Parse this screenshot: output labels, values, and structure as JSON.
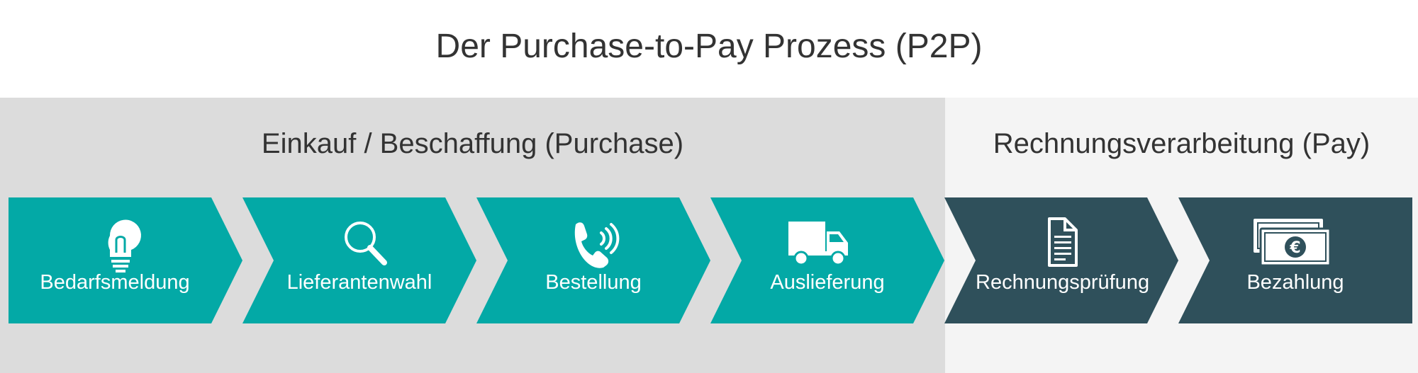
{
  "title": "Der Purchase-to-Pay Prozess (P2P)",
  "sections": {
    "purchase": {
      "label": "Einkauf / Beschaffung (Purchase)",
      "color": "#dcdcdc"
    },
    "pay": {
      "label": "Rechnungsverarbeitung (Pay)",
      "color": "#f4f4f4"
    }
  },
  "colors": {
    "teal": "#03a9a6",
    "dark": "#2f505b"
  },
  "steps": [
    {
      "label": "Bedarfsmeldung",
      "icon": "lightbulb-icon",
      "color": "teal"
    },
    {
      "label": "Lieferantenwahl",
      "icon": "magnifier-icon",
      "color": "teal"
    },
    {
      "label": "Bestellung",
      "icon": "phone-icon",
      "color": "teal"
    },
    {
      "label": "Auslieferung",
      "icon": "truck-icon",
      "color": "teal"
    },
    {
      "label": "Rechnungsprüfung",
      "icon": "document-icon",
      "color": "dark"
    },
    {
      "label": "Bezahlung",
      "icon": "euro-banknotes-icon",
      "color": "dark"
    }
  ]
}
